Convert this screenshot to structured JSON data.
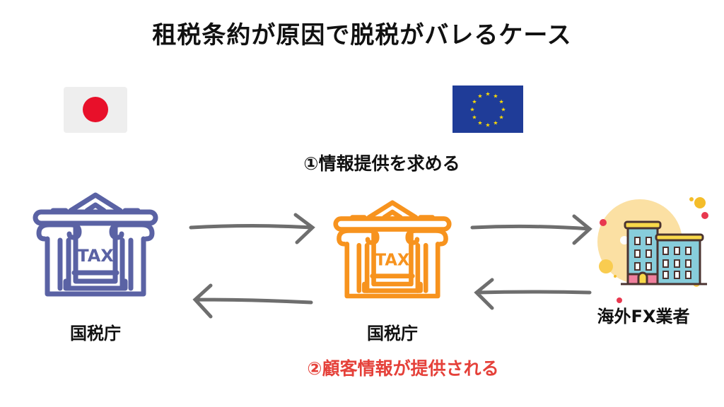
{
  "title": "租税条約が原因で脱税がバレるケース",
  "flags": {
    "left": "japan-flag",
    "right": "eu-flag"
  },
  "step1": "①情報提供を求める",
  "step2": "②顧客情報が提供される",
  "nodes": {
    "left": {
      "label": "国税庁",
      "icon_text": "TAX"
    },
    "center": {
      "label": "国税庁",
      "icon_text": "TAX"
    },
    "right": {
      "label": "海外FX業者"
    }
  },
  "colors": {
    "left_building": "#5a62a4",
    "center_building": "#f7931e",
    "arrow": "#6e6e6e",
    "step2_text": "#e5413a",
    "japan_red": "#e8102a",
    "eu_blue": "#1f3c98",
    "eu_star": "#ffdd00"
  }
}
